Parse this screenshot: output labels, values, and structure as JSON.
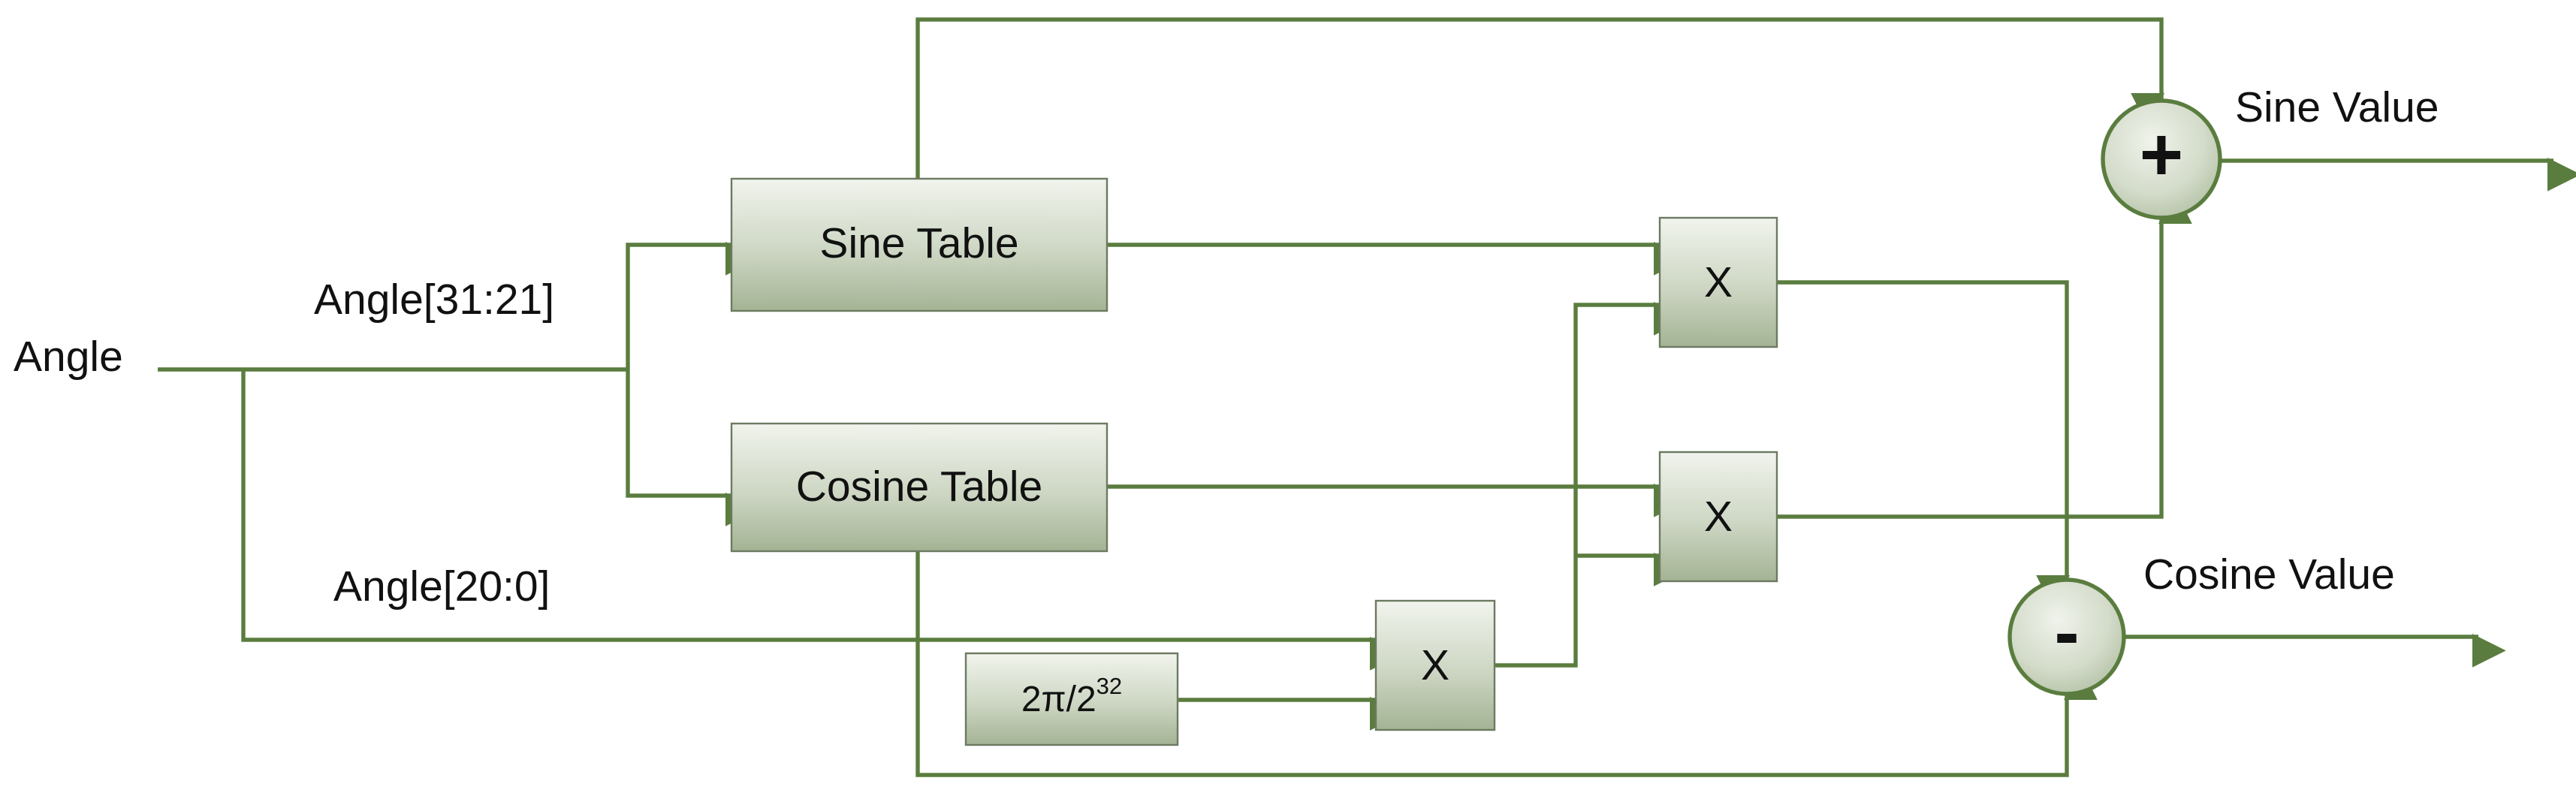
{
  "diagram": {
    "input_label": "Angle",
    "high_bits_label": "Angle[31:21]",
    "low_bits_label": "Angle[20:0]",
    "sine_table_label": "Sine Table",
    "cosine_table_label": "Cosine Table",
    "constant_base": "2π/2",
    "constant_exponent": "32",
    "multiplier_symbol": "X",
    "adder_symbol": "+",
    "subtractor_symbol": "-",
    "sine_output_label": "Sine Value",
    "cosine_output_label": "Cosine Value"
  },
  "colors": {
    "wire": "#5a7d3f",
    "block_top": "#f0f3ec",
    "block_bottom": "#a6b596",
    "operator_fill": "#d9e0d0"
  }
}
